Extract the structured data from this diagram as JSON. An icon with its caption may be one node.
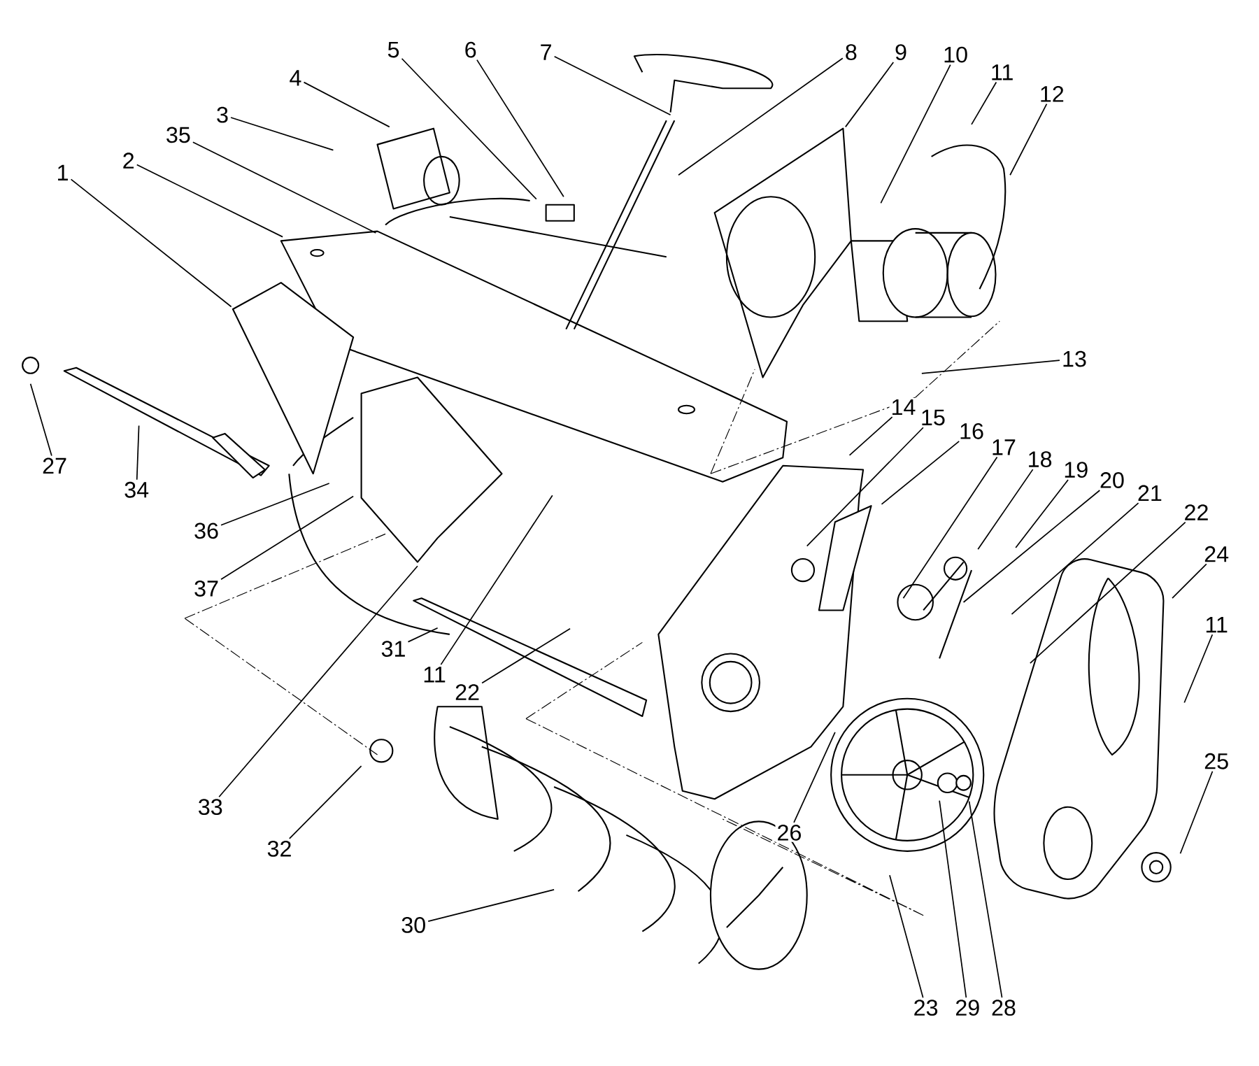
{
  "diagram": {
    "nodes": [
      {
        "text": [
          "1"
        ]
      },
      {
        "text": [
          "2"
        ]
      },
      {
        "text": [
          "3"
        ]
      },
      {
        "text": [
          "4"
        ]
      },
      {
        "text": [
          "5"
        ]
      },
      {
        "text": [
          "6"
        ]
      },
      {
        "text": [
          "7"
        ]
      },
      {
        "text": [
          "8"
        ]
      },
      {
        "text": [
          "9"
        ]
      },
      {
        "text": [
          "10"
        ]
      },
      {
        "text": [
          "11"
        ]
      },
      {
        "text": [
          "12"
        ]
      },
      {
        "text": [
          "13"
        ]
      },
      {
        "text": [
          "14"
        ]
      },
      {
        "text": [
          "15"
        ]
      },
      {
        "text": [
          "16"
        ]
      },
      {
        "text": [
          "17"
        ]
      },
      {
        "text": [
          "18"
        ]
      },
      {
        "text": [
          "19"
        ]
      },
      {
        "text": [
          "20"
        ]
      },
      {
        "text": [
          "21"
        ]
      },
      {
        "text": [
          "22"
        ]
      },
      {
        "text": [
          "24"
        ]
      },
      {
        "text": [
          "11"
        ]
      },
      {
        "text": [
          "25"
        ]
      },
      {
        "text": [
          "26"
        ]
      },
      {
        "text": [
          "23"
        ]
      },
      {
        "text": [
          "29"
        ]
      },
      {
        "text": [
          "28"
        ]
      },
      {
        "text": [
          "30"
        ]
      },
      {
        "text": [
          "32"
        ]
      },
      {
        "text": [
          "33"
        ]
      },
      {
        "text": [
          "31"
        ]
      },
      {
        "text": [
          "11"
        ]
      },
      {
        "text": [
          "22"
        ]
      },
      {
        "text": [
          "37"
        ]
      },
      {
        "text": [
          "36"
        ]
      },
      {
        "text": [
          "27"
        ]
      },
      {
        "text": [
          "34"
        ]
      },
      {
        "text": [
          "35"
        ]
      }
    ],
    "edges": [
      {
        "from": 0,
        "to": null,
        "arrow": "none"
      },
      {
        "from": 1,
        "to": null,
        "arrow": "none"
      },
      {
        "from": 2,
        "to": null,
        "arrow": "none"
      },
      {
        "from": 3,
        "to": null,
        "arrow": "none"
      },
      {
        "from": 4,
        "to": null,
        "arrow": "none"
      },
      {
        "from": 5,
        "to": null,
        "arrow": "none"
      },
      {
        "from": 6,
        "to": null,
        "arrow": "none"
      },
      {
        "from": 7,
        "to": null,
        "arrow": "none"
      },
      {
        "from": 8,
        "to": null,
        "arrow": "none"
      },
      {
        "from": 9,
        "to": null,
        "arrow": "none"
      },
      {
        "from": 10,
        "to": null,
        "arrow": "none"
      },
      {
        "from": 11,
        "to": null,
        "arrow": "none"
      },
      {
        "from": 12,
        "to": null,
        "arrow": "none"
      },
      {
        "from": 13,
        "to": null,
        "arrow": "none"
      },
      {
        "from": 14,
        "to": null,
        "arrow": "none"
      },
      {
        "from": 15,
        "to": null,
        "arrow": "none"
      },
      {
        "from": 16,
        "to": null,
        "arrow": "none"
      },
      {
        "from": 17,
        "to": null,
        "arrow": "none"
      },
      {
        "from": 18,
        "to": null,
        "arrow": "none"
      },
      {
        "from": 19,
        "to": null,
        "arrow": "none"
      },
      {
        "from": 20,
        "to": null,
        "arrow": "none"
      },
      {
        "from": 21,
        "to": null,
        "arrow": "none"
      },
      {
        "from": 22,
        "to": null,
        "arrow": "none"
      },
      {
        "from": 23,
        "to": null,
        "arrow": "none"
      },
      {
        "from": 24,
        "to": null,
        "arrow": "none"
      },
      {
        "from": 25,
        "to": null,
        "arrow": "none"
      },
      {
        "from": 26,
        "to": null,
        "arrow": "none"
      },
      {
        "from": 27,
        "to": null,
        "arrow": "none"
      },
      {
        "from": 28,
        "to": null,
        "arrow": "none"
      },
      {
        "from": 29,
        "to": null,
        "arrow": "none"
      },
      {
        "from": 30,
        "to": null,
        "arrow": "none"
      },
      {
        "from": 31,
        "to": null,
        "arrow": "none"
      },
      {
        "from": 32,
        "to": null,
        "arrow": "none"
      },
      {
        "from": 33,
        "to": null,
        "arrow": "none"
      },
      {
        "from": 34,
        "to": null,
        "arrow": "none"
      },
      {
        "from": 35,
        "to": null,
        "arrow": "none"
      },
      {
        "from": 36,
        "to": null,
        "arrow": "none"
      },
      {
        "from": 37,
        "to": null,
        "arrow": "none"
      },
      {
        "from": 38,
        "to": null,
        "arrow": "none"
      },
      {
        "from": 39,
        "to": null,
        "arrow": "none"
      }
    ]
  }
}
